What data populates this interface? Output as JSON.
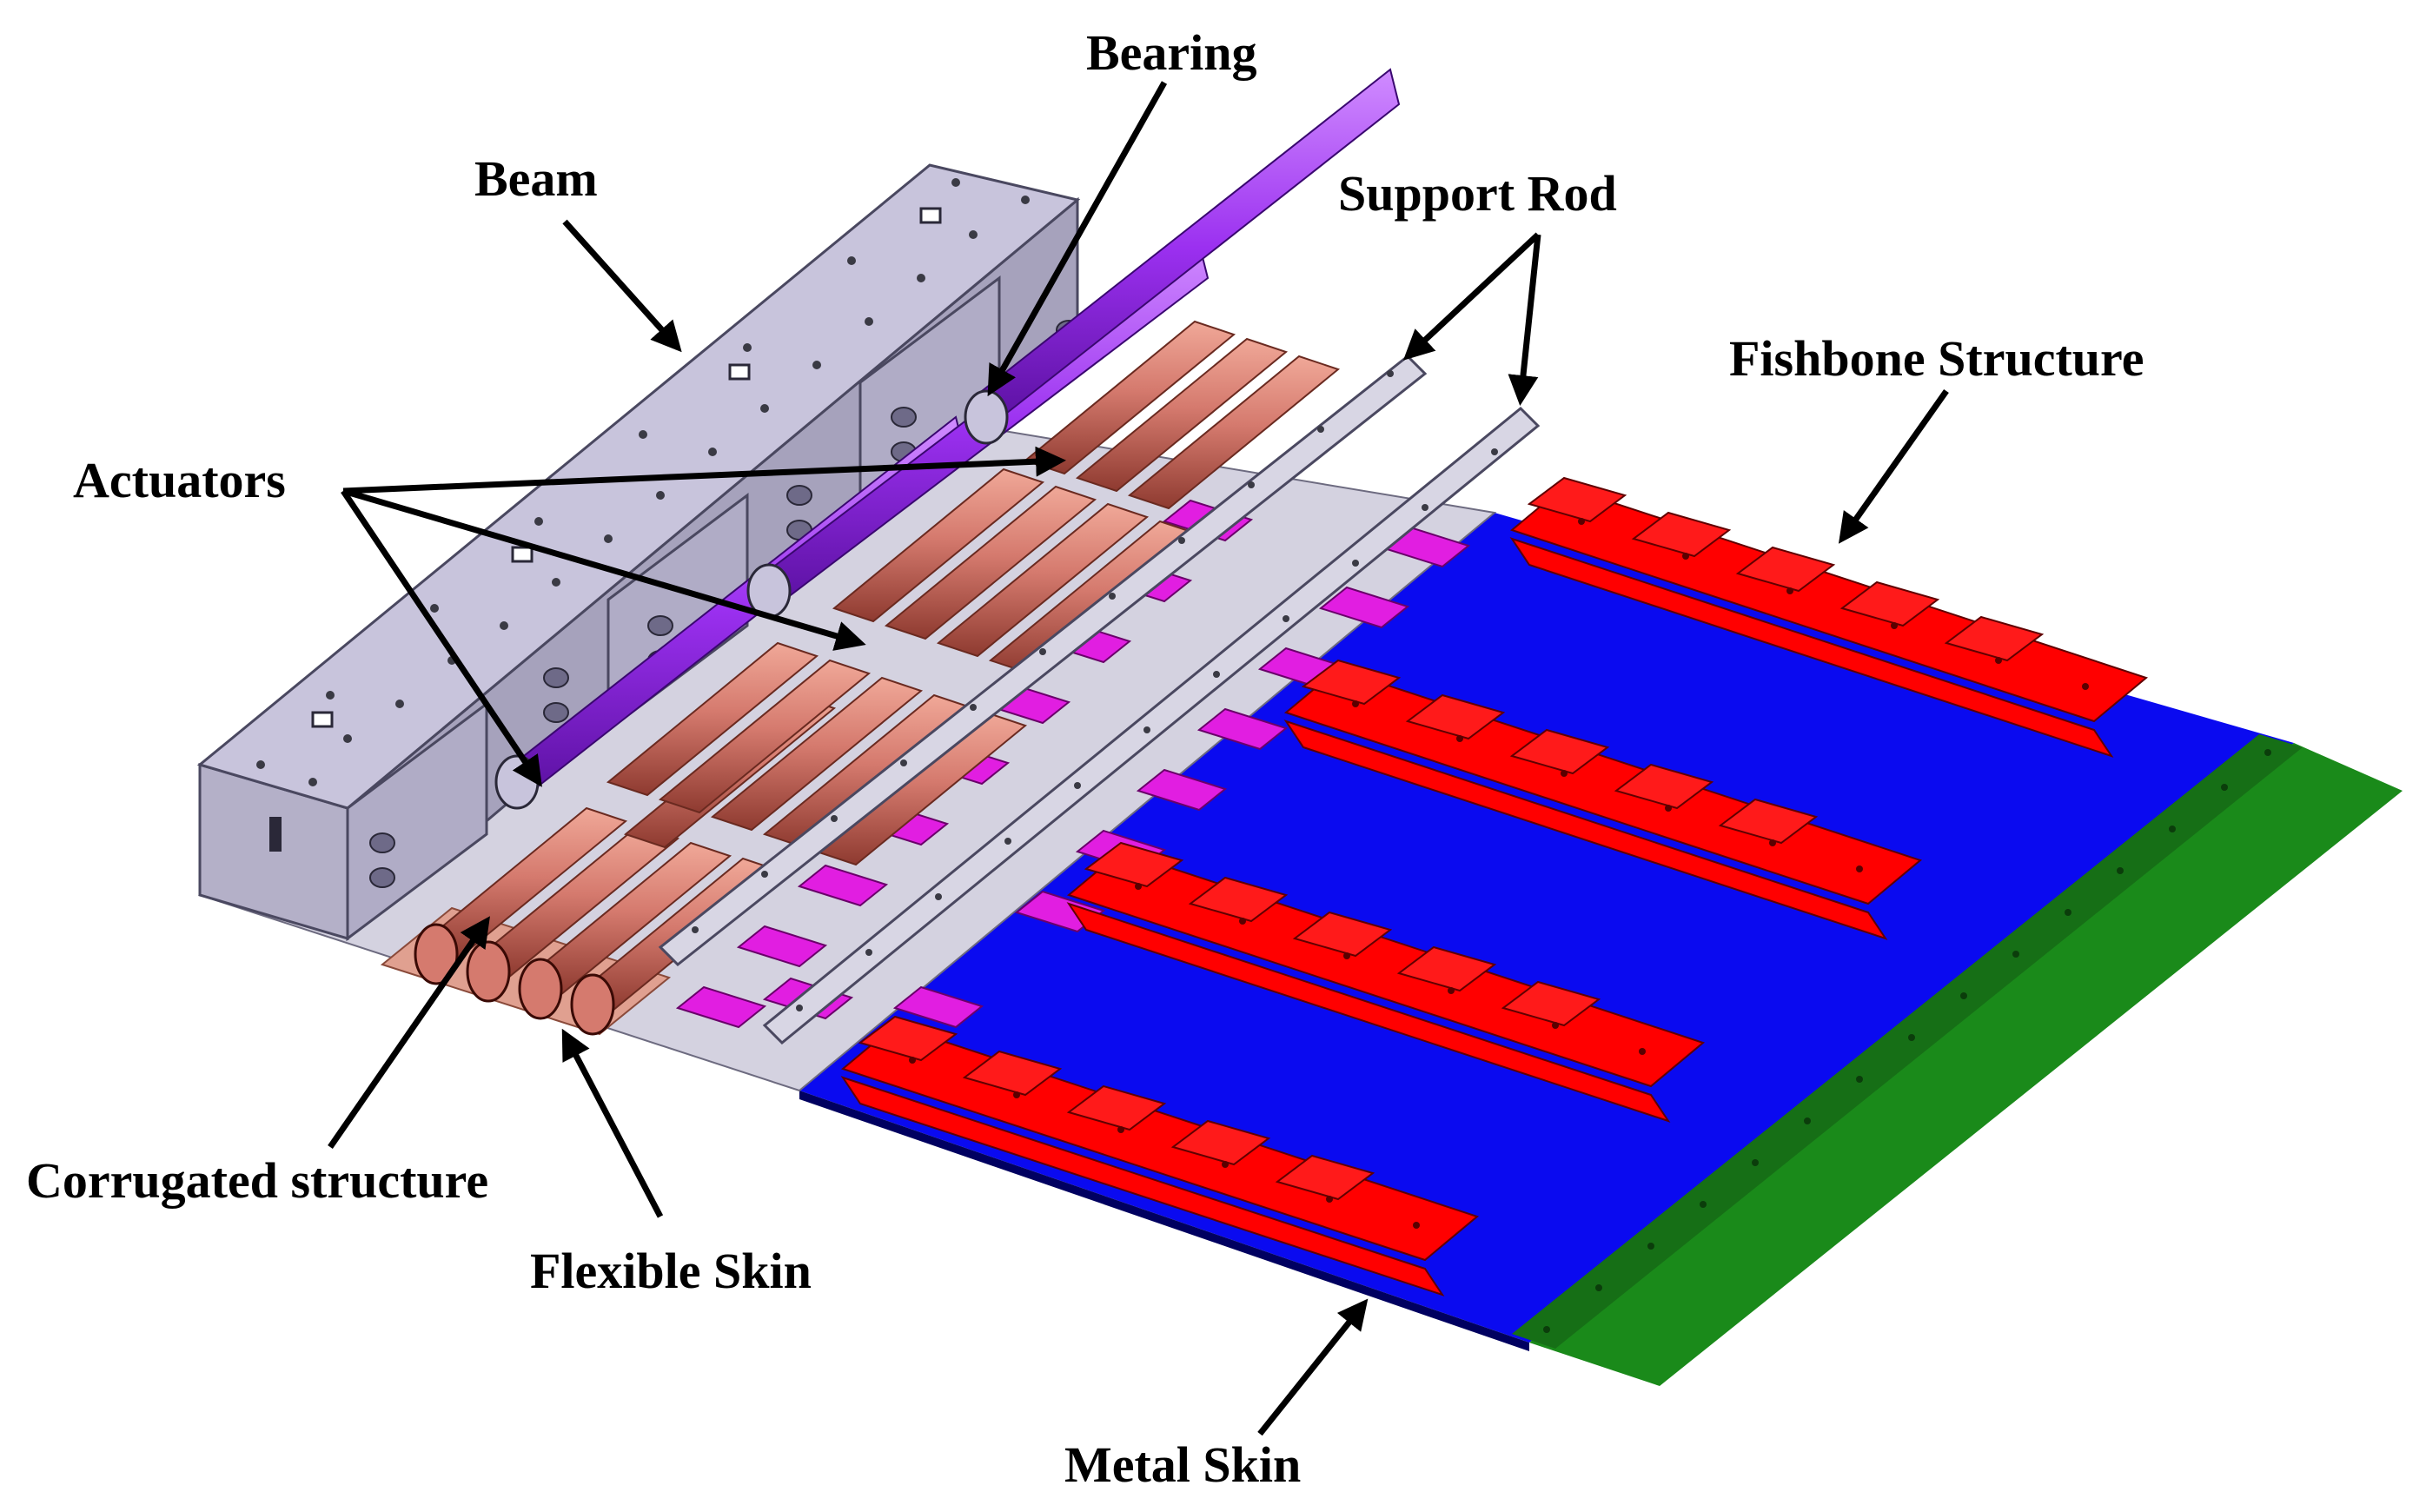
{
  "labels": {
    "bearing": "Bearing",
    "beam": "Beam",
    "support_rod": "Support Rod",
    "fishbone": "Fishbone Structure",
    "actuators": "Actuators",
    "corrugated": "Corrugated structure",
    "flexible_skin": "Flexible Skin",
    "metal_skin": "Metal Skin"
  },
  "colors": {
    "beam": "#c8c4dc",
    "beam_dark": "#8e8aa6",
    "actuator": "#d57a6e",
    "actuator_dark": "#a6473d",
    "shaft": "#9b30f0",
    "support_rod": "#d8d6e4",
    "bracket": "#e11ee1",
    "metal_skin": "#0a0af0",
    "fishbone": "#ff0000",
    "trailing_edge": "#1a8a1a",
    "flexible_skin": "#e0a090"
  }
}
